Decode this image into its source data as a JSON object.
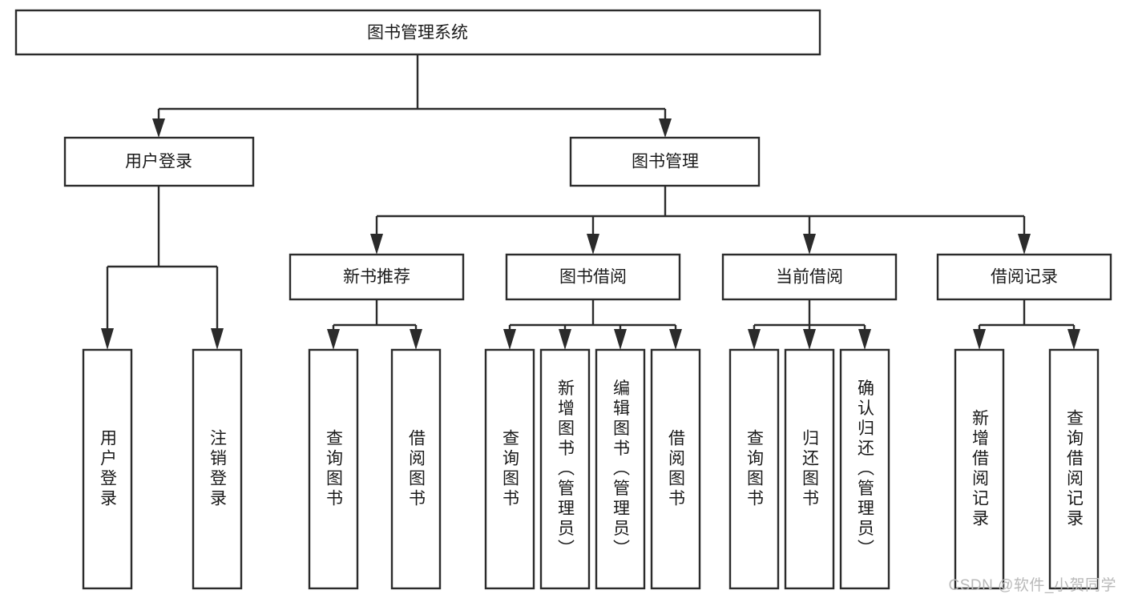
{
  "diagram": {
    "type": "tree",
    "title": "图书管理系统",
    "watermark": "CSDN @软件_小贺同学",
    "colors": {
      "stroke": "#2b2b2b",
      "fill": "#ffffff",
      "text": "#1a1a1a",
      "watermark": "#b9b9b9",
      "background": "#ffffff"
    },
    "nodes": {
      "root": {
        "label": "图书管理系统",
        "level": 0
      },
      "level1": [
        {
          "id": "user-login",
          "label": "用户登录"
        },
        {
          "id": "book-manage",
          "label": "图书管理"
        }
      ],
      "level2": [
        {
          "id": "new-book-recommend",
          "label": "新书推荐",
          "parent": "book-manage"
        },
        {
          "id": "book-borrow",
          "label": "图书借阅",
          "parent": "book-manage"
        },
        {
          "id": "current-borrow",
          "label": "当前借阅",
          "parent": "book-manage"
        },
        {
          "id": "borrow-record",
          "label": "借阅记录",
          "parent": "book-manage"
        }
      ],
      "leaves": [
        {
          "id": "leaf-user-login",
          "label": "用户登录",
          "parent": "user-login"
        },
        {
          "id": "leaf-logout",
          "label": "注销登录",
          "parent": "user-login"
        },
        {
          "id": "leaf-query-book-1",
          "label": "查询图书",
          "parent": "new-book-recommend"
        },
        {
          "id": "leaf-borrow-book-1",
          "label": "借阅图书",
          "parent": "new-book-recommend"
        },
        {
          "id": "leaf-query-book-2",
          "label": "查询图书",
          "parent": "book-borrow"
        },
        {
          "id": "leaf-add-book",
          "label": "新增图书（管理员）",
          "parent": "book-borrow"
        },
        {
          "id": "leaf-edit-book",
          "label": "编辑图书（管理员）",
          "parent": "book-borrow"
        },
        {
          "id": "leaf-borrow-book-2",
          "label": "借阅图书",
          "parent": "book-borrow"
        },
        {
          "id": "leaf-query-book-3",
          "label": "查询图书",
          "parent": "current-borrow"
        },
        {
          "id": "leaf-return-book",
          "label": "归还图书",
          "parent": "current-borrow"
        },
        {
          "id": "leaf-confirm-return",
          "label": "确认归还（管理员）",
          "parent": "current-borrow"
        },
        {
          "id": "leaf-add-record",
          "label": "新增借阅记录",
          "parent": "borrow-record"
        },
        {
          "id": "leaf-query-record",
          "label": "查询借阅记录",
          "parent": "borrow-record"
        }
      ]
    }
  }
}
